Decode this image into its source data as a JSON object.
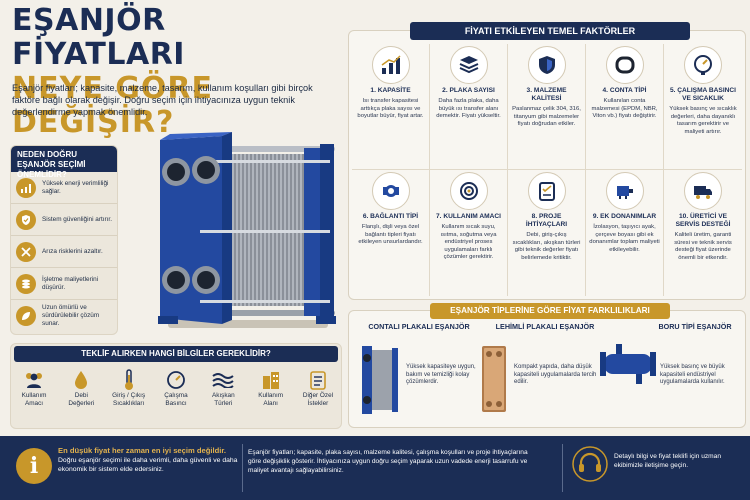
{
  "title": {
    "line1": "EŞANJÖR FİYATLARI",
    "line2": "NEYE GÖRE DEĞİŞİR?"
  },
  "intro": "Eşanjör fiyatları; kapasite, malzeme, tasarım, kullanım koşulları gibi birçok faktöre bağlı olarak değişir. Doğru seçim için ihtiyacınıza uygun teknik değerlendirme yapmak önemlidir.",
  "why": {
    "heading": "NEDEN DOĞRU EŞANJÖR SEÇİMİ ÖNEMLİDİR?",
    "items": [
      {
        "icon": "chart-up-icon",
        "text": "Yüksek enerji verimliliği sağlar."
      },
      {
        "icon": "shield-check-icon",
        "text": "Sistem güvenliğini artırır."
      },
      {
        "icon": "tools-icon",
        "text": "Arıza risklerini azaltır."
      },
      {
        "icon": "coins-icon",
        "text": "İşletme maliyetlerini düşürür."
      },
      {
        "icon": "leaf-icon",
        "text": "Uzun ömürlü ve sürdürülebilir çözüm sunar."
      }
    ]
  },
  "factors": {
    "heading": "FİYATI ETKİLEYEN TEMEL FAKTÖRLER",
    "items": [
      {
        "icon": "bar-chart-icon",
        "title": "1. KAPASİTE",
        "desc": "Isı transfer kapasitesi arttıkça plaka sayısı ve boyutlar büyür, fiyat artar."
      },
      {
        "icon": "plates-icon",
        "title": "2. PLAKA SAYISI",
        "desc": "Daha fazla plaka, daha büyük ısı transfer alanı demektir. Fiyatı yükseltir."
      },
      {
        "icon": "shield-icon",
        "title": "3. MALZEME KALİTESİ",
        "desc": "Paslanmaz çelik 304, 316, titanyum gibi malzemeler fiyatı doğrudan etkiler."
      },
      {
        "icon": "gasket-icon",
        "title": "4. CONTA TİPİ",
        "desc": "Kullanılan conta malzemesi (EPDM, NBR, Viton vb.) fiyatı değiştirir."
      },
      {
        "icon": "gauge-icon",
        "title": "5. ÇALIŞMA BASINCI VE SICAKLIK",
        "desc": "Yüksek basınç ve sıcaklık değerleri, daha dayanıklı tasarım gerektirir ve maliyeti artırır."
      },
      {
        "icon": "pipe-fitting-icon",
        "title": "6. BAĞLANTI TİPİ",
        "desc": "Flanşlı, dişli veya özel bağlantı tipleri fiyatı etkileyen unsurlardandır."
      },
      {
        "icon": "target-icon",
        "title": "7. KULLANIM AMACI",
        "desc": "Kullanım sıcak suyu, ısıtma, soğutma veya endüstriyel proses uygulamaları farklı çözümler gerektirir."
      },
      {
        "icon": "clipboard-icon",
        "title": "8. PROJE İHTİYAÇLARI",
        "desc": "Debi, giriş-çıkış sıcaklıkları, akışkan türleri gibi teknik değerler fiyatı belirlemede kritiktir."
      },
      {
        "icon": "equipment-icon",
        "title": "9. EK DONANIMLAR",
        "desc": "İzolasyon, taşıyıcı ayak, çerçeve boyası gibi ek donanımlar toplam maliyeti etkileyebilir."
      },
      {
        "icon": "truck-icon",
        "title": "10. ÜRETİCİ VE SERVİS DESTEĞİ",
        "desc": "Kaliteli üretim, garanti süresi ve teknik servis desteği fiyat üzerinde önemli bir etkendir."
      }
    ]
  },
  "types": {
    "heading": "EŞANJÖR TİPLERİNE GÖRE FİYAT FARKLILIKLARI",
    "items": [
      {
        "name": "CONTALI PLAKALI EŞANJÖR",
        "desc": "Yüksek kapasiteye uygun, bakım ve temizliği kolay çözümlerdir."
      },
      {
        "name": "LEHİMLİ PLAKALI EŞANJÖR",
        "desc": "Kompakt yapıda, daha düşük kapasiteli uygulamalarda tercih edilir."
      },
      {
        "name": "BORU TİPİ EŞANJÖR",
        "desc": "Yüksek basınç ve büyük kapasiteli endüstriyel uygulamalarda kullanılır."
      }
    ]
  },
  "info": {
    "heading": "TEKLİF ALIRKEN HANGİ BİLGİLER GEREKLİDİR?",
    "items": [
      {
        "icon": "people-icon",
        "label": "Kullanım Amacı"
      },
      {
        "icon": "drop-icon",
        "label": "Debi Değerleri"
      },
      {
        "icon": "thermometer-icon",
        "label": "Giriş / Çıkış Sıcaklıkları"
      },
      {
        "icon": "pressure-gauge-icon",
        "label": "Çalışma Basıncı"
      },
      {
        "icon": "waves-icon",
        "label": "Akışkan Türleri"
      },
      {
        "icon": "building-icon",
        "label": "Kullanım Alanı"
      },
      {
        "icon": "checklist-icon",
        "label": "Diğer Özel İstekler"
      }
    ]
  },
  "footer": {
    "tip_title": "En düşük fiyat her zaman en iyi seçim değildir.",
    "tip_text": "Doğru eşanjör seçimi ile daha verimli, daha güvenli ve daha ekonomik bir sistem elde edersiniz.",
    "middle": "Eşanjör fiyatları; kapasite, plaka sayısı, malzeme kalitesi, çalışma koşulları ve proje ihtiyaçlarına göre değişiklik gösterir. İhtiyacınıza uygun doğru seçim yaparak uzun vadede enerji tasarrufu ve maliyet avantajı sağlayabilirsiniz.",
    "contact": "Detaylı bilgi ve fiyat teklifi için uzman ekibimizle iletişime geçin.",
    "info_glyph": "i"
  },
  "colors": {
    "navy": "#1b2d55",
    "gold": "#c8972a",
    "background": "#f3f0e9"
  }
}
